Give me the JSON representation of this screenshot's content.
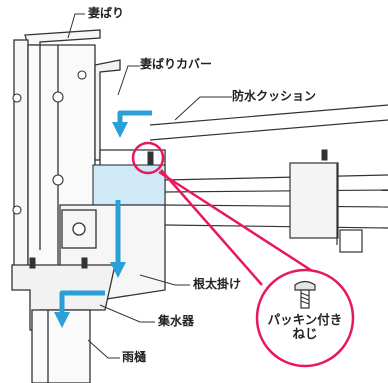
{
  "labels": {
    "tsumabari": "妻ばり",
    "tsumabari_cover": "妻ばりカバー",
    "waterproof_cushion": "防水クッション",
    "joist_hanger": "根太掛け",
    "water_collector": "集水器",
    "downspout": "雨樋"
  },
  "callout": {
    "line1": "パッキン付き",
    "line2": "ねじ"
  },
  "colors": {
    "water_arrow": "#2a9fd8",
    "water_fill": "#cfe9f7",
    "callout_ring": "#e8195a",
    "line": "#333333",
    "panel_fill": "#f4f4f4"
  }
}
